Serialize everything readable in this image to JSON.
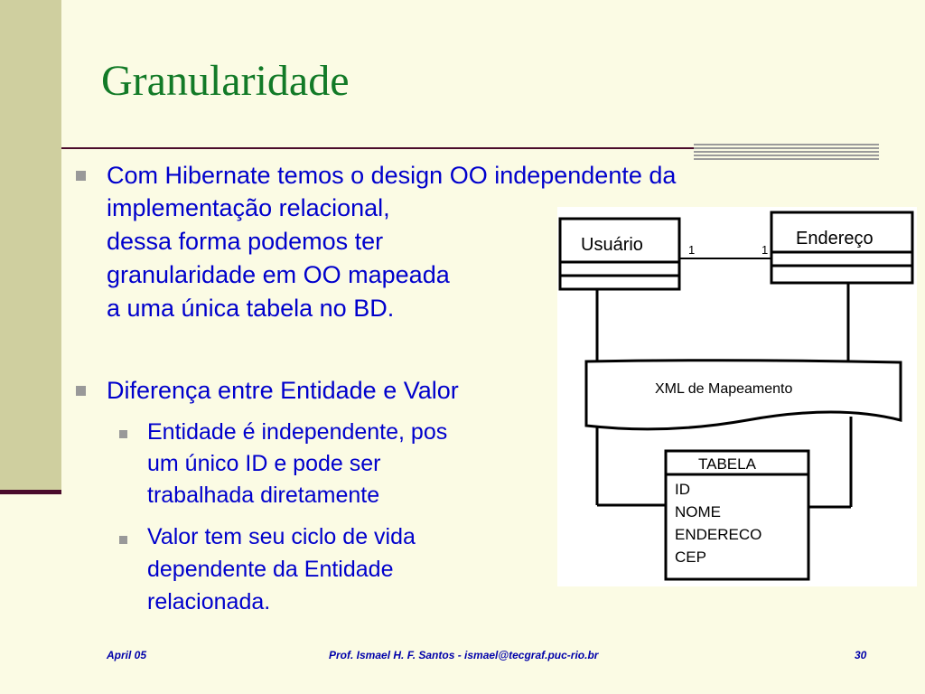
{
  "slide": {
    "title": "Granularidade",
    "bullet1": {
      "lines": [
        "Com Hibernate temos o design OO independente da",
        "implementação relacional,",
        "dessa forma podemos ter",
        "granularidade em OO mapeada",
        "a uma única tabela no BD."
      ]
    },
    "bullet2": {
      "text": "Diferença entre Entidade e Valor",
      "sub1": {
        "lines": [
          "Entidade é independente, pos",
          "um único ID e pode ser",
          "trabalhada diretamente"
        ]
      },
      "sub2": {
        "lines": [
          "Valor tem seu ciclo de vida",
          "dependente da Entidade",
          "relacionada."
        ]
      }
    }
  },
  "diagram": {
    "class1": "Usuário",
    "class2": "Endereço",
    "mult_left": "1",
    "mult_right": "1",
    "mapping": "XML de Mapeamento",
    "table_name": "TABELA",
    "columns": [
      "ID",
      "NOME",
      "ENDERECO",
      "CEP"
    ]
  },
  "footer": {
    "date": "April 05",
    "author": "Prof. Ismael H. F. Santos -  ismael@tecgraf.puc-rio.br",
    "page": "30"
  }
}
